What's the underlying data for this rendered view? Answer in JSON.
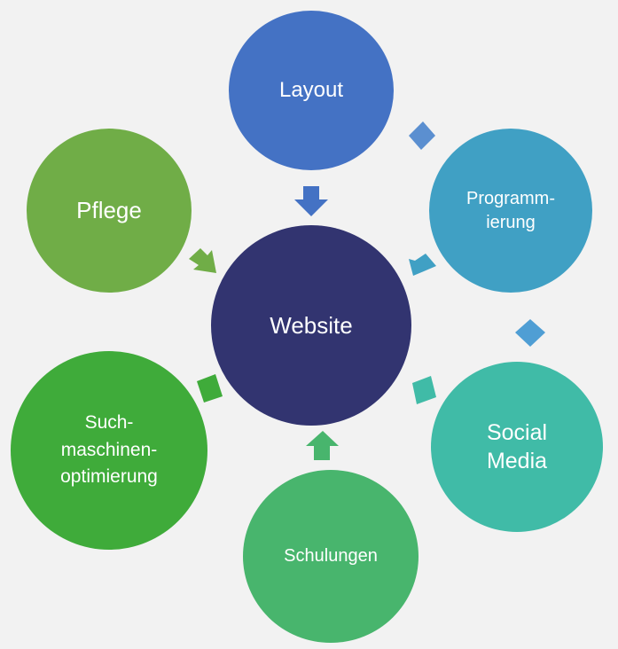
{
  "diagram": {
    "center": {
      "label": "Website",
      "color": "#323470"
    },
    "nodes": [
      {
        "key": "layout",
        "label": "Layout",
        "color": "#4472c4"
      },
      {
        "key": "programmierung",
        "label": "Programm-\nierung",
        "color": "#40a0c4"
      },
      {
        "key": "social",
        "label": "Social\nMedia",
        "color": "#40bba7"
      },
      {
        "key": "schulungen",
        "label": "Schulungen",
        "color": "#48b56d"
      },
      {
        "key": "suchmaschinen",
        "label": "Such-\nmaschinen-\noptimierung",
        "color": "#3fab3a"
      },
      {
        "key": "pflege",
        "label": "Pflege",
        "color": "#70ad47"
      }
    ]
  }
}
